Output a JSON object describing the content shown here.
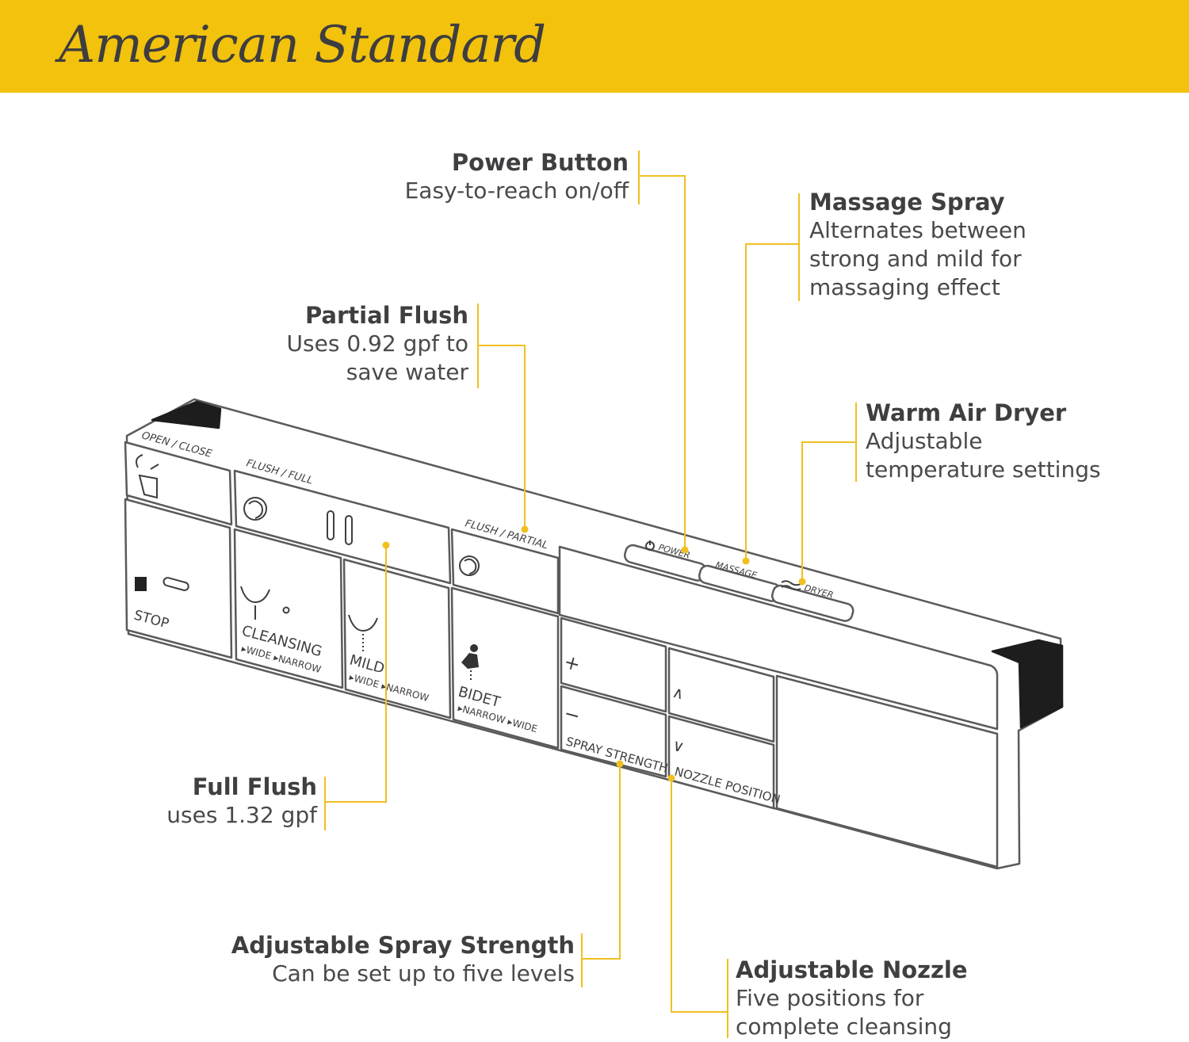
{
  "brand": {
    "name": "American Standard",
    "banner_color": "#f2c20d",
    "accent_color": "#f0c020"
  },
  "callouts": {
    "power": {
      "title": "Power Button",
      "desc": [
        "Easy-to-reach on/off"
      ]
    },
    "massage": {
      "title": "Massage Spray",
      "desc": [
        "Alternates between",
        "strong and mild for",
        "massaging effect"
      ]
    },
    "partial": {
      "title": "Partial Flush",
      "desc": [
        "Uses 0.92 gpf to",
        "save water"
      ]
    },
    "dryer": {
      "title": "Warm Air Dryer",
      "desc": [
        "Adjustable",
        "temperature settings"
      ]
    },
    "full": {
      "title": "Full Flush",
      "desc": [
        "uses 1.32 gpf"
      ]
    },
    "spray": {
      "title": "Adjustable Spray Strength",
      "desc": [
        "Can be set up to five levels"
      ]
    },
    "nozzle": {
      "title": "Adjustable Nozzle",
      "desc": [
        "Five positions for",
        "complete cleansing"
      ]
    }
  },
  "panel": {
    "open_close": "OPEN / CLOSE",
    "flush_full": "FLUSH / FULL",
    "flush_partial": "FLUSH / PARTIAL",
    "power": "POWER",
    "massage": "MASSAGE",
    "dryer": "DRYER",
    "stop": "STOP",
    "cleansing": "CLEANSING",
    "cleansing_opts": "▸WIDE ▸NARROW",
    "mild": "MILD",
    "mild_opts": "▸WIDE ▸NARROW",
    "bidet": "BIDET",
    "bidet_opts": "▸NARROW ▸WIDE",
    "plus": "+",
    "minus": "−",
    "spray_strength": "SPRAY STRENGTH",
    "up": "∧",
    "down": "∨",
    "nozzle_position": "NOZZLE POSITION",
    "icons": [
      "lid-open-close-icon",
      "flush-swirl-icon",
      "partial-flush-swirl-icon",
      "power-icon",
      "dryer-wave-icon",
      "cleansing-spray-icon",
      "mild-spray-icon",
      "bidet-person-icon",
      "stop-square-icon"
    ]
  }
}
